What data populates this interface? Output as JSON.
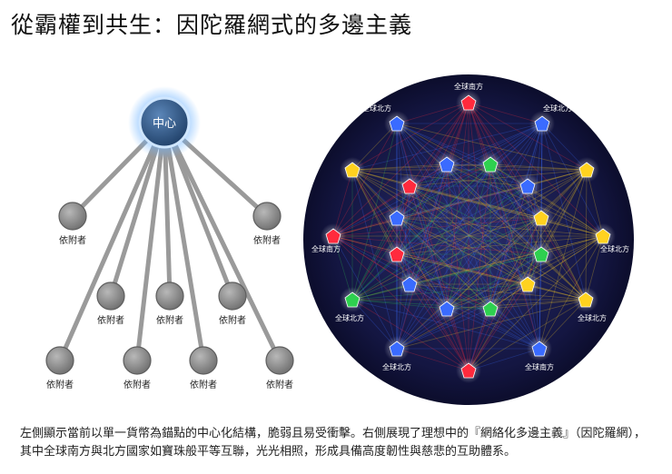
{
  "title": "從霸權到共生：因陀羅網式的多邊主義",
  "hub": {
    "center_label": "中心",
    "dependent_label": "依附者"
  },
  "net": {
    "labels": [
      "全球南方",
      "全球北方",
      "全球北方",
      "全球南方",
      "全球北方",
      "全球北方",
      "全球北方",
      "全球北方",
      "全球南方"
    ]
  },
  "caption": "左側顯示當前以單一貨幣為錨點的中心化結構，脆弱且易受衝擊。右側展現了理想中的『網絡化多邊主義』（因陀羅網），其中全球南方與北方國家如寶珠般平等互聯，光光相照，形成具備高度韌性與慈悲的互助體系。",
  "colors": {
    "hub_glow": "#5aa8ff",
    "spoke": "#9a9a9a",
    "node_gray": "#8c8c8c",
    "net_bg": "#1a1a4a",
    "gem_red": "#ff2a3d",
    "gem_blue": "#3a6bff",
    "gem_yellow": "#ffd21f",
    "gem_green": "#2ed04f"
  }
}
